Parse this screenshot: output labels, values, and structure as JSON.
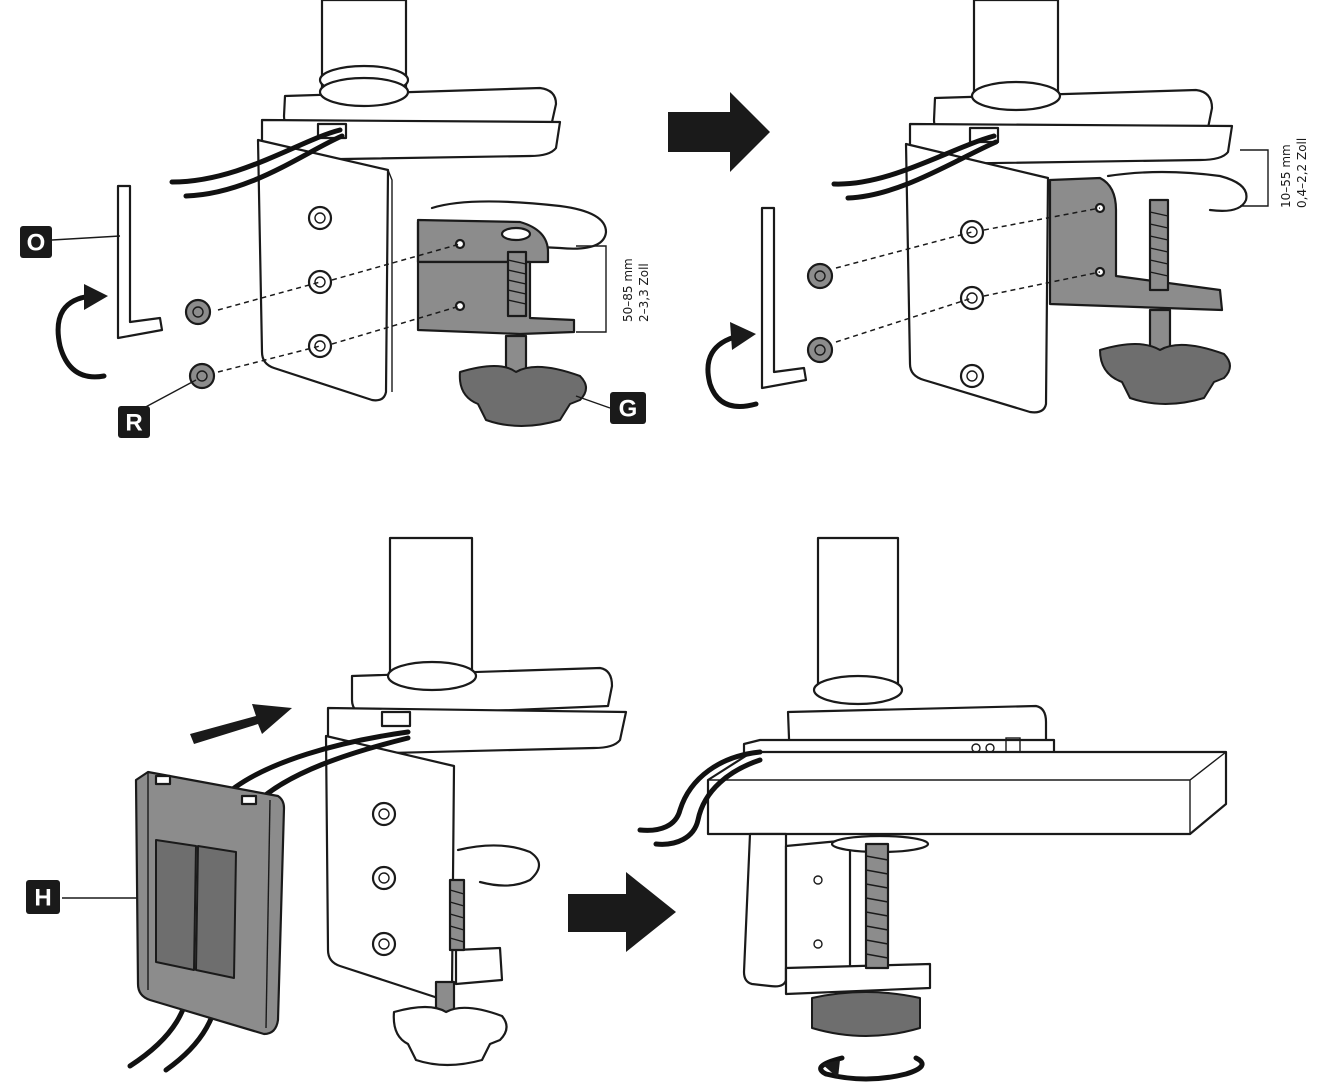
{
  "labels": {
    "hex_key": "O",
    "screws": "R",
    "clamp_knob": "G",
    "cable_cover": "H"
  },
  "dimensions": {
    "clamp_range_mm": "50–85 mm",
    "clamp_range_inch": "2–3,3 Zoll",
    "desk_range_mm": "10–55 mm",
    "desk_range_inch": "0,4–2,2 Zoll"
  }
}
